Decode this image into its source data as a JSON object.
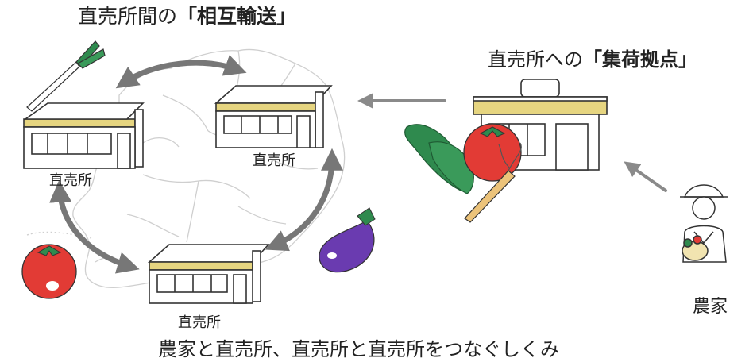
{
  "title_mutual": {
    "prefix": "直売所間の",
    "emph": "「相互輸送」"
  },
  "title_hub": {
    "prefix": "直売所への",
    "emph": "「集荷拠点」"
  },
  "shop_labels": [
    "直売所",
    "直売所",
    "直売所"
  ],
  "farmer_label": "農家",
  "caption": "農家と直売所、直売所と直売所をつなぐしくみ",
  "colors": {
    "arrow_dark": "#777777",
    "arrow_light": "#8a8a8a",
    "accent_yellow": "#e6d580",
    "map_line": "#cfcfcf",
    "tomato": "#e23b35",
    "greens": "#2f8a4e",
    "eggplant": "#6a3bb0",
    "carrot": "#ecc37a"
  }
}
